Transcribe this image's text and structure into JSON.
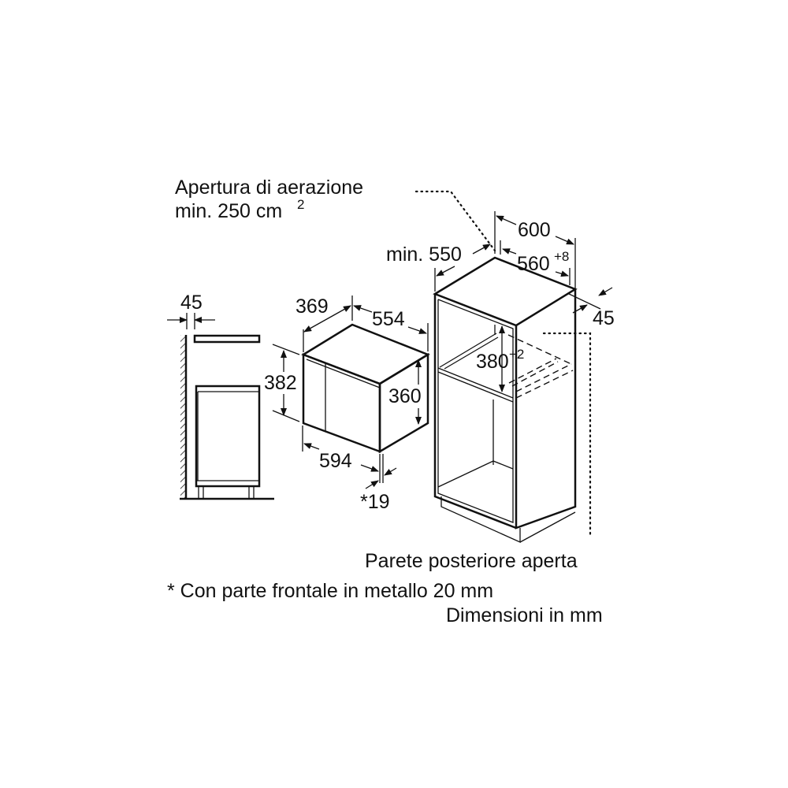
{
  "labels": {
    "ventilation_line1": "Apertura di aerazione",
    "ventilation_line2": "min. 250 cm",
    "ventilation_sup": "2",
    "rear_wall": "Parete posteriore aperta",
    "footnote": "* Con parte frontale in metallo 20 mm",
    "units": "Dimensioni in mm"
  },
  "dimensions": {
    "side_gap": "45",
    "appliance_depth": "369",
    "appliance_width_back": "554",
    "appliance_height_front": "382",
    "appliance_height_side": "360",
    "appliance_width_front": "594",
    "front_thickness": "*19",
    "cabinet_width": "600",
    "cabinet_depth": "min. 550",
    "niche_width": "560",
    "niche_width_tol": "+8",
    "rear_gap": "45",
    "niche_height": "380",
    "niche_height_tol": "+2"
  }
}
